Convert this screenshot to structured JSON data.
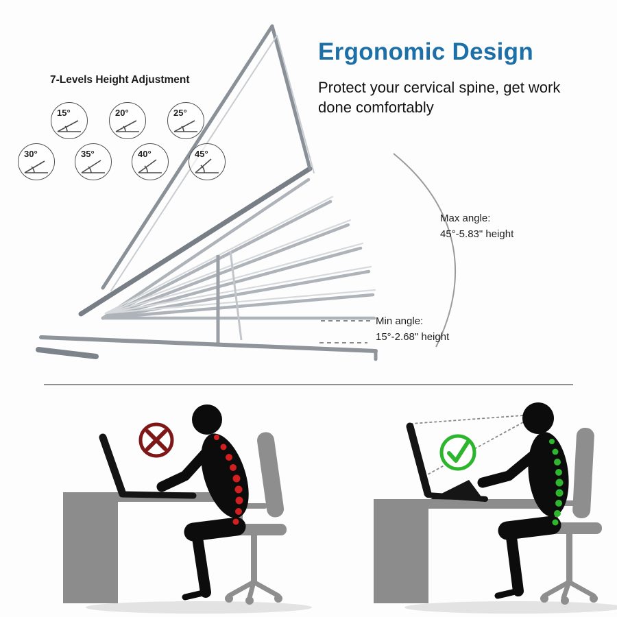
{
  "header": {
    "title": "Ergonomic Design",
    "subtitle": "Protect your cervical spine, get work done comfortably"
  },
  "adjustment": {
    "heading": "7-Levels Height Adjustment",
    "levels_count": 7,
    "angles": [
      "15°",
      "20°",
      "25°",
      "30°",
      "35°",
      "40°",
      "45°"
    ]
  },
  "annotations": {
    "max_angle": {
      "label": "Max angle:",
      "value": "45°-5.83\" height"
    },
    "min_angle": {
      "label": "Min angle:",
      "value": "15°-2.68\" height"
    }
  },
  "posture": {
    "bad_icon": "cross-icon",
    "good_icon": "check-icon"
  },
  "colors": {
    "title_blue": "#1d6fa8",
    "bad_red": "#7e1818",
    "spine_bad_red": "#d21f1f",
    "good_green": "#2db52d",
    "spine_good_green": "#2eb62e",
    "metal_gray": "#9aa0a6"
  }
}
